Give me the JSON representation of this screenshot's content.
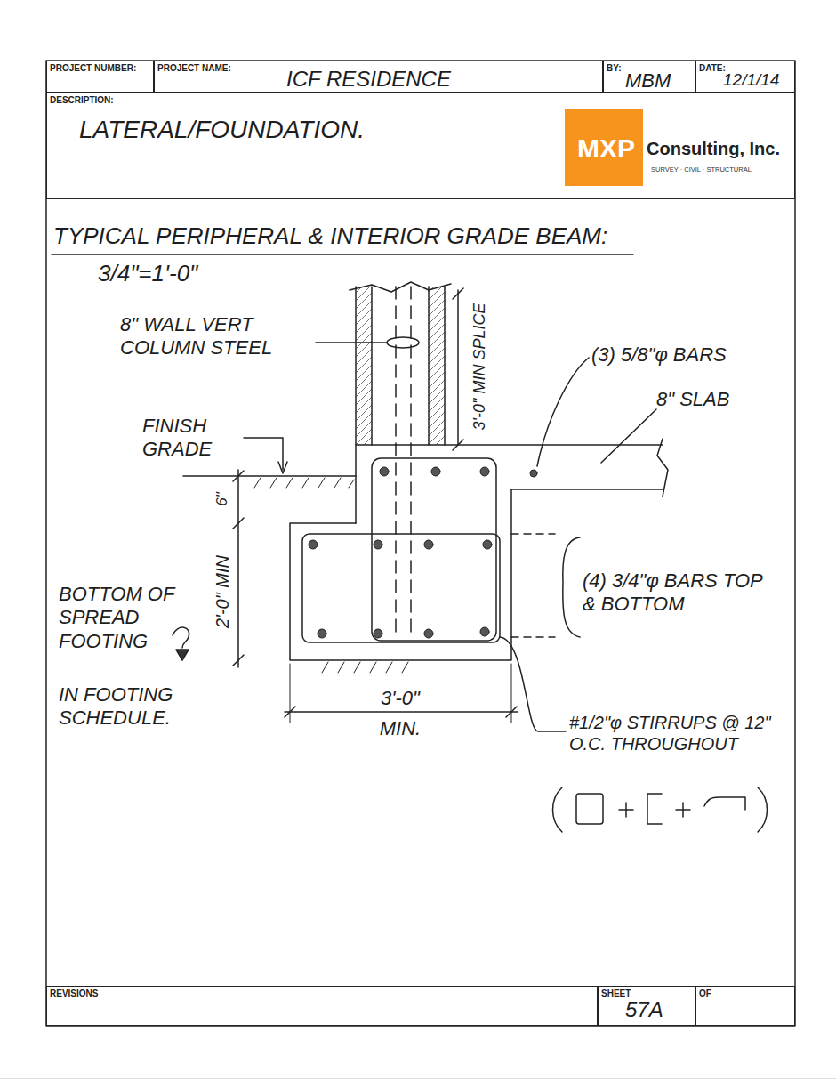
{
  "diagram": {
    "title": "TYPICAL PERIPHERAL & INTERIOR GRADE BEAM:",
    "nodes": [
      {
        "text": [
          "PROJECT NUMBER:"
        ]
      },
      {
        "text": [
          "PROJECT NAME:",
          "ICF RESIDENCE"
        ]
      },
      {
        "text": [
          "BY:",
          "MBM"
        ]
      },
      {
        "text": [
          "DATE:",
          "12/1/14"
        ]
      },
      {
        "text": [
          "DESCRIPTION:",
          "LATERAL/FOUNDATION."
        ]
      },
      {
        "text": [
          "MXP",
          "Consulting, Inc.",
          "SURVEY · CIVIL · STRUCTURAL"
        ],
        "in": 4
      },
      {
        "text": [
          "REVISIONS"
        ]
      },
      {
        "text": [
          "SHEET",
          "57A"
        ]
      },
      {
        "text": [
          "OF"
        ]
      }
    ],
    "labels": [
      "3/4\"=1'-0\"",
      "8\" WALL VERT COLUMN STEEL",
      "3'-0\" MIN SPLICE",
      "(3) 5/8\"φ BARS",
      "8\" SLAB",
      "FINISH GRADE",
      "6\"",
      "2'-0\" MIN",
      "(4) 3/4\"φ BARS TOP & BOTTOM",
      "BOTTOM OF SPREAD FOOTING",
      "IN FOOTING SCHEDULE.",
      "#1/2\"φ STIRRUPS @ 12\" O.C. THROUGHOUT",
      "3'-0\"",
      "MIN."
    ]
  }
}
